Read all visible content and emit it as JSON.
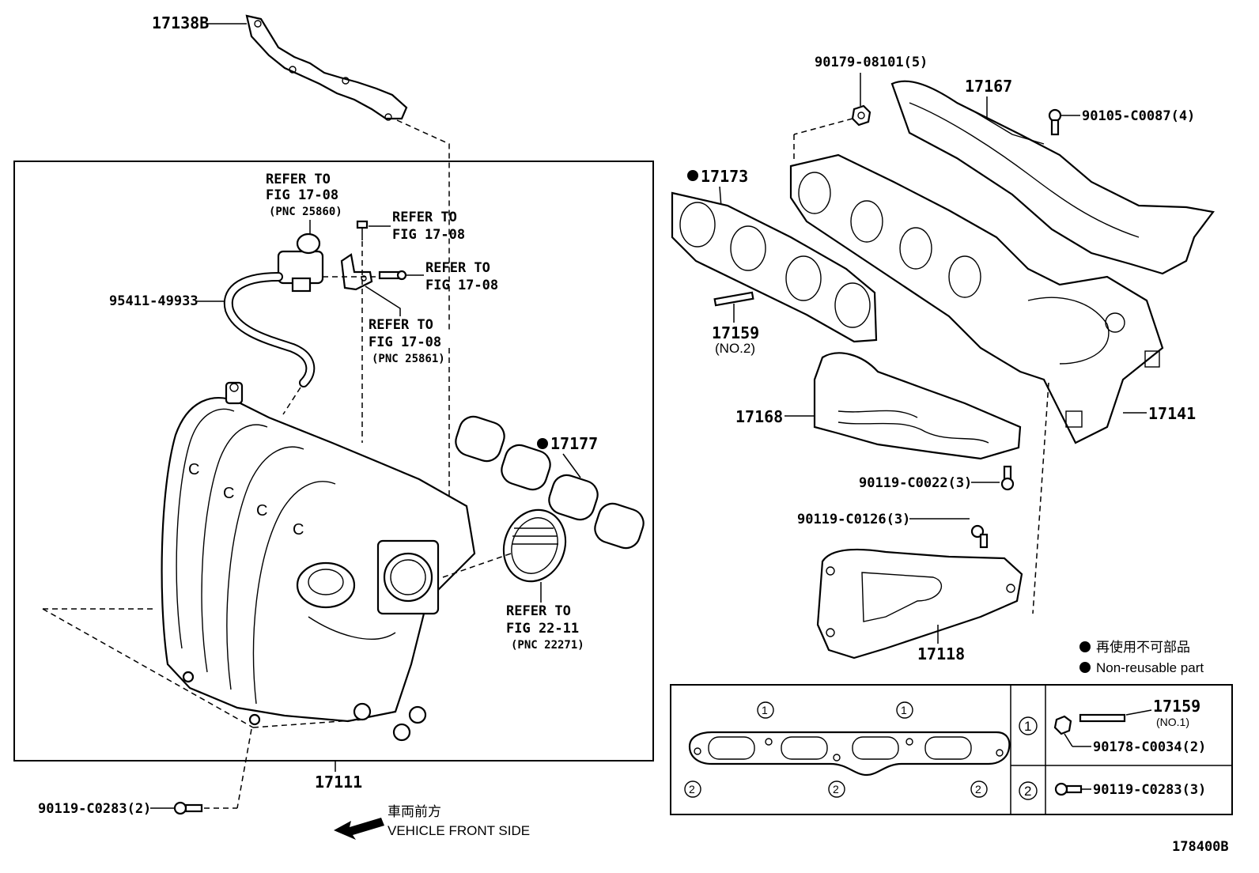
{
  "diagram_id": "178400B",
  "left_panel": {
    "main_part": "17111",
    "bracket_top": "17138B",
    "hose": "95411-49933",
    "gasket_intake": "17177",
    "bolt_bottom": "90119-C0283(2)",
    "refer_vsv_line1": "REFER TO",
    "refer_vsv_line2": "FIG 17-08",
    "refer_vsv_line3": "(PNC 25860)",
    "refer_bolt_line1": "REFER TO",
    "refer_bolt_line2": "FIG 17-08",
    "refer_bolt2_line1": "REFER TO",
    "refer_bolt2_line2": "FIG 17-08",
    "refer_bracket_line1": "REFER TO",
    "refer_bracket_line2": "FIG 17-08",
    "refer_bracket_line3": "(PNC 25861)",
    "refer_throttle_line1": "REFER TO",
    "refer_throttle_line2": "FIG 22-11",
    "refer_throttle_line3": "(PNC 22271)"
  },
  "right_panel": {
    "nut": "90179-08101(5)",
    "insulator_upper": "17167",
    "bolt_upper": "90105-C0087(4)",
    "gasket_exhaust": "17173",
    "stud": "17159",
    "stud_note": "(NO.2)",
    "insulator_lower": "17168",
    "manifold": "17141",
    "bolt_a": "90119-C0022(3)",
    "bolt_b": "90119-C0126(3)",
    "stay": "17118"
  },
  "legend": {
    "jp": "再使用不可部品",
    "en": "Non-reusable part"
  },
  "direction": {
    "jp": "車両前方",
    "en": "VEHICLE FRONT SIDE"
  },
  "table": {
    "marker_1": "1",
    "marker_2": "2",
    "row1_stud": "17159",
    "row1_stud_note": "(NO.1)",
    "row1_nut": "90178-C0034(2)",
    "row2_bolt": "90119-C0283(3)"
  }
}
